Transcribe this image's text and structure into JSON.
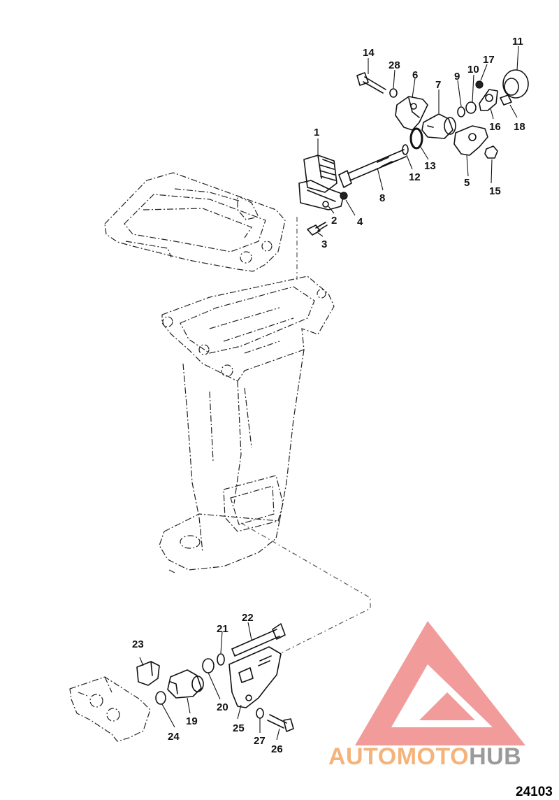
{
  "diagram": {
    "reference_number": "24103",
    "callouts": [
      {
        "id": "c1",
        "label": "1"
      },
      {
        "id": "c2",
        "label": "2"
      },
      {
        "id": "c3",
        "label": "3"
      },
      {
        "id": "c4",
        "label": "4"
      },
      {
        "id": "c5",
        "label": "5"
      },
      {
        "id": "c6",
        "label": "6"
      },
      {
        "id": "c7",
        "label": "7"
      },
      {
        "id": "c8",
        "label": "8"
      },
      {
        "id": "c9",
        "label": "9"
      },
      {
        "id": "c10",
        "label": "10"
      },
      {
        "id": "c11",
        "label": "11"
      },
      {
        "id": "c12",
        "label": "12"
      },
      {
        "id": "c13",
        "label": "13"
      },
      {
        "id": "c14",
        "label": "14"
      },
      {
        "id": "c15",
        "label": "15"
      },
      {
        "id": "c16",
        "label": "16"
      },
      {
        "id": "c17",
        "label": "17"
      },
      {
        "id": "c18",
        "label": "18"
      },
      {
        "id": "c19",
        "label": "19"
      },
      {
        "id": "c20",
        "label": "20"
      },
      {
        "id": "c21",
        "label": "21"
      },
      {
        "id": "c22",
        "label": "22"
      },
      {
        "id": "c23",
        "label": "23"
      },
      {
        "id": "c24",
        "label": "24"
      },
      {
        "id": "c25",
        "label": "25"
      },
      {
        "id": "c26",
        "label": "26"
      },
      {
        "id": "c27",
        "label": "27"
      },
      {
        "id": "c28",
        "label": "28"
      }
    ]
  },
  "watermark": {
    "text_part1": "AUTOMOTO",
    "text_part2": "HUB",
    "colors": {
      "logo_red": "#f08a8a",
      "text_orange": "#f5b37a",
      "text_gray": "#9a9a9a"
    }
  }
}
